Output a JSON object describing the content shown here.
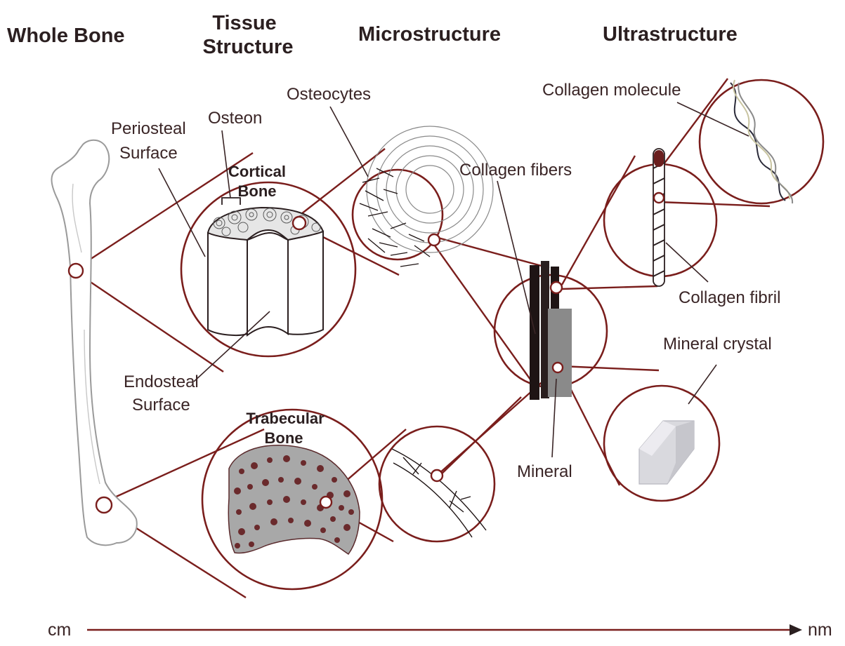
{
  "headers": {
    "whole_bone": "Whole Bone",
    "tissue_structure_line1": "Tissue",
    "tissue_structure_line2": "Structure",
    "microstructure": "Microstructure",
    "ultrastructure": "Ultrastructure"
  },
  "labels": {
    "periosteal_line1": "Periosteal",
    "periosteal_line2": "Surface",
    "osteon": "Osteon",
    "osteocytes": "Osteocytes",
    "cortical_line1": "Cortical",
    "cortical_line2": "Bone",
    "endosteal_line1": "Endosteal",
    "endosteal_line2": "Surface",
    "trabecular_line1": "Trabecular",
    "trabecular_line2": "Bone",
    "collagen_fibers": "Collagen fibers",
    "collagen_molecule": "Collagen molecule",
    "collagen_fibril": "Collagen fibril",
    "mineral_crystal": "Mineral crystal",
    "mineral": "Mineral"
  },
  "axis": {
    "left": "cm",
    "right": "nm"
  },
  "colors": {
    "accent": "#7a1e1c",
    "text": "#3a2526",
    "trabecular": "#6a2a2c",
    "crystal": "#d9d9de"
  }
}
